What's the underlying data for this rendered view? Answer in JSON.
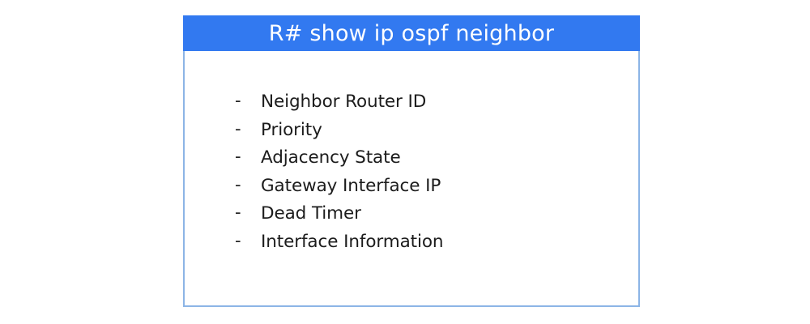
{
  "card": {
    "header": {
      "title": "R# show ip ospf neighbor",
      "background_color": "#3279f0",
      "text_color": "#ffffff"
    },
    "body": {
      "border_color": "#8cb5e6",
      "background_color": "#ffffff",
      "bullet_marker": "-",
      "items": [
        {
          "label": "Neighbor Router ID"
        },
        {
          "label": "Priority"
        },
        {
          "label": "Adjacency State"
        },
        {
          "label": "Gateway Interface IP"
        },
        {
          "label": "Dead Timer"
        },
        {
          "label": "Interface Information"
        }
      ]
    }
  },
  "page": {
    "background_color": "#ffffff"
  }
}
